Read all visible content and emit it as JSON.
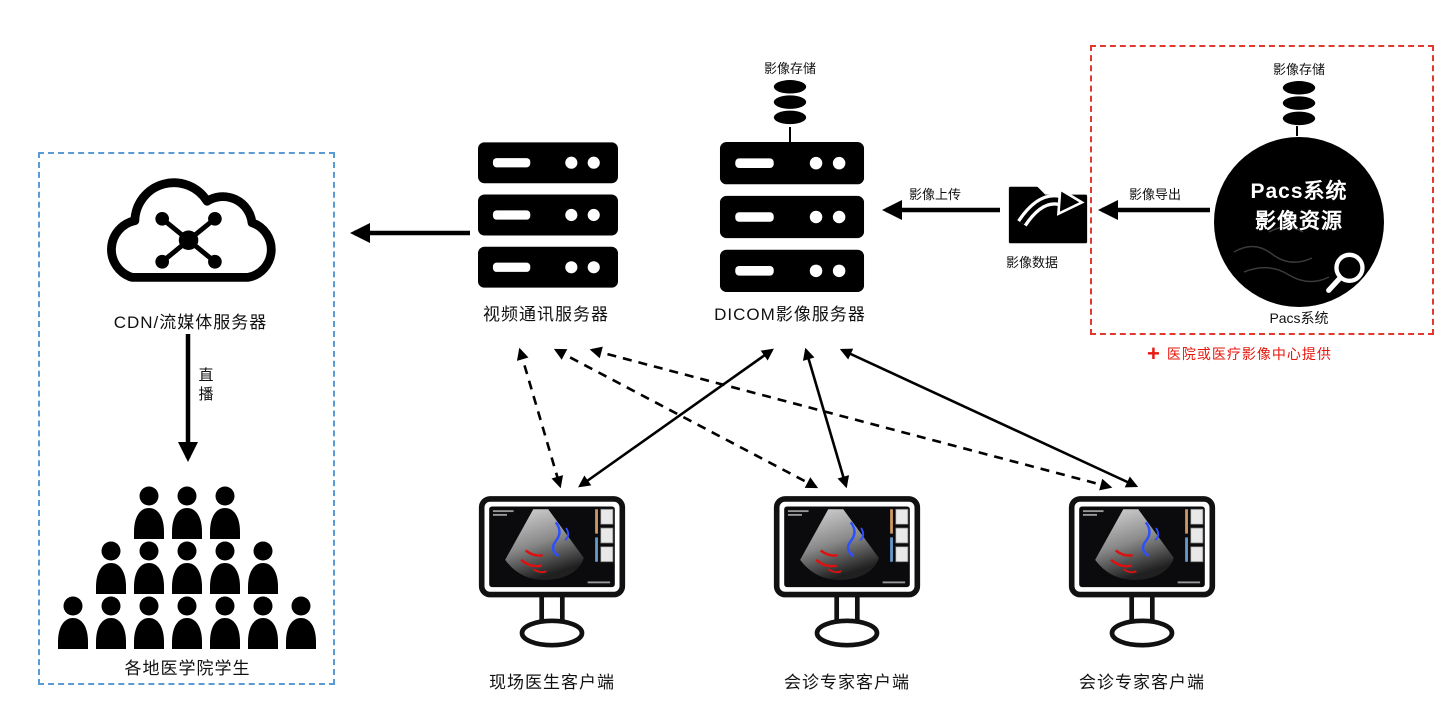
{
  "diagram": {
    "pacs_box": {
      "storage_label": "影像存储",
      "circle_title_line1": "Pacs系统",
      "circle_title_line2": "影像资源",
      "caption": "Pacs系统",
      "note_plus": "+",
      "note_text": "医院或医疗影像中心提供"
    },
    "dicom": {
      "storage_label": "影像存储",
      "label": "DICOM影像服务器"
    },
    "video_server": {
      "label": "视频通讯服务器"
    },
    "folder": {
      "label": "影像数据"
    },
    "cdn": {
      "label": "CDN/流媒体服务器"
    },
    "students": {
      "label": "各地医学院学生"
    },
    "flows": {
      "export": "影像导出",
      "upload": "影像上传",
      "live": "直播"
    },
    "clients": [
      {
        "label": "现场医生客户端"
      },
      {
        "label": "会诊专家客户端"
      },
      {
        "label": "会诊专家客户端"
      }
    ],
    "colors": {
      "note_red": "#e8160c",
      "pacs_border_red": "#e03a2f",
      "cdn_border_blue": "#5b9bd5",
      "black": "#000000"
    }
  }
}
